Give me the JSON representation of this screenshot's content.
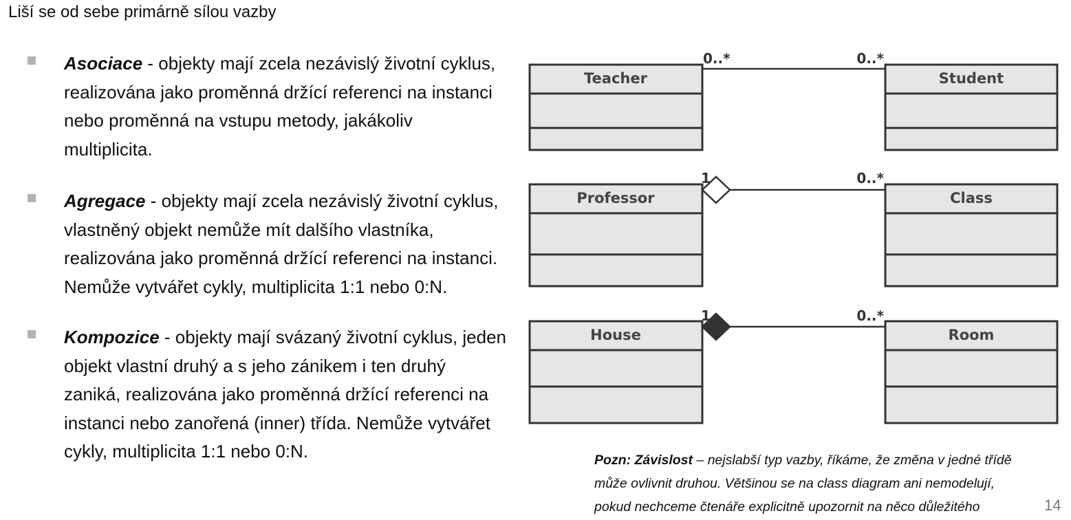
{
  "intro": "Liší se od sebe primárně sílou vazby",
  "bullets": [
    {
      "term": "Asociace",
      "lines": [
        " - objekty mají zcela nezávislý životní cyklus,",
        "realizována jako proměnná držící referenci na instanci",
        "nebo proměnná na vstupu metody, jakákoliv",
        "multiplicita."
      ]
    },
    {
      "term": "Agregace",
      "lines": [
        " - objekty mají zcela nezávislý životní cyklus,",
        "vlastněný objekt nemůže mít dalšího vlastníka,",
        "realizována jako proměnná držící referenci na instanci.",
        "Nemůže vytvářet cykly, multiplicita 1:1 nebo 0:N."
      ]
    },
    {
      "term": "Kompozice",
      "lines": [
        " - objekty mají svázaný životní cyklus, jeden",
        "objekt vlastní druhý a s jeho zánikem i ten druhý",
        "zaniká, realizována jako proměnná držící referenci na",
        "instanci nebo zanořená (inner) třída. Nemůže vytvářet",
        "cykly, multiplicita 1:1 nebo 0:N."
      ]
    }
  ],
  "diagram": {
    "rows": [
      {
        "relation": "association",
        "left_class": "Teacher",
        "right_class": "Student",
        "left_multiplicity": "0..*",
        "right_multiplicity": "0..*"
      },
      {
        "relation": "aggregation",
        "left_class": "Professor",
        "right_class": "Class",
        "left_multiplicity": "1",
        "right_multiplicity": "0..*"
      },
      {
        "relation": "composition",
        "left_class": "House",
        "right_class": "Room",
        "left_multiplicity": "1",
        "right_multiplicity": "0..*"
      }
    ],
    "colors": {
      "box_fill": "#e6e6e6",
      "box_stroke": "#333333",
      "composition_fill": "#333333"
    }
  },
  "note": {
    "lead": "Pozn: Závislost",
    "lines": [
      " – nejslabší typ vazby, říkáme, že změna v jedné třídě",
      "může ovlivnit druhou. Většinou se na class diagram ani nemodelují,",
      "pokud nechceme čtenáře explicitně upozornit na něco důležitého"
    ]
  },
  "page_number": "14"
}
